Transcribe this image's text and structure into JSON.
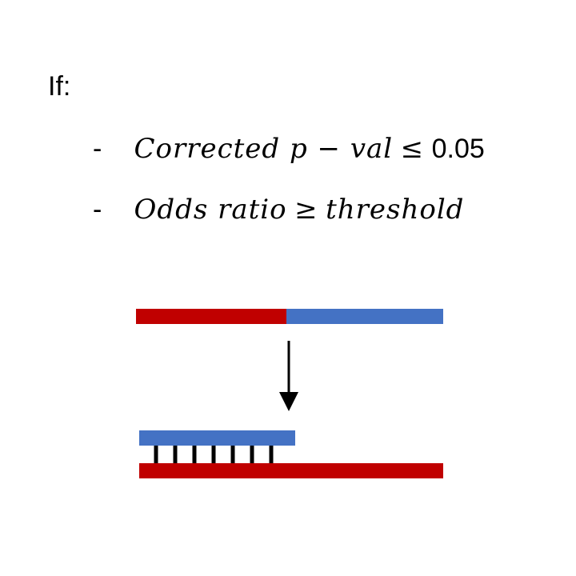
{
  "heading": "If:",
  "conditions": [
    {
      "bullet": "-",
      "lhs": "Corrected p − val",
      "operator": "≤",
      "rhs": "0.05"
    },
    {
      "bullet": "-",
      "lhs": "Odds ratio",
      "operator": "≥",
      "rhs": "threshold"
    }
  ],
  "colors": {
    "red_strand": "#c00000",
    "blue_strand": "#4472c4",
    "arrow": "#000000",
    "base_pairs": "#000000"
  },
  "diagram": {
    "base_pair_count": 7
  }
}
